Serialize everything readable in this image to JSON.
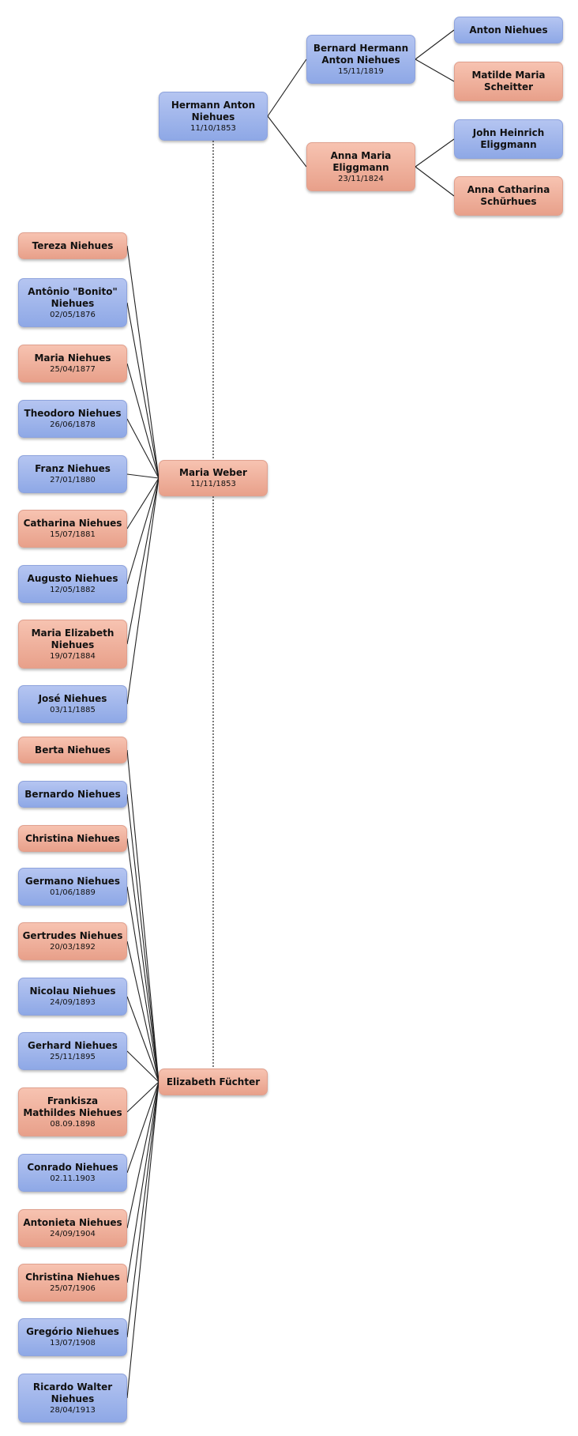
{
  "colors": {
    "male": "#9db3ea",
    "female": "#f0b09c",
    "line": "#222222"
  },
  "people": {
    "hermann": {
      "name": "Hermann Anton Niehues",
      "date": "11/10/1853",
      "sex": "male"
    },
    "bernard": {
      "name": "Bernard Hermann Anton Niehues",
      "date": "15/11/1819",
      "sex": "male"
    },
    "anna_maria": {
      "name": "Anna Maria Eliggmann",
      "date": "23/11/1824",
      "sex": "female"
    },
    "anton": {
      "name": "Anton Niehues",
      "date": "",
      "sex": "male"
    },
    "matilde": {
      "name": "Matilde Maria Scheitter",
      "date": "",
      "sex": "female"
    },
    "john": {
      "name": "John Heinrich Eliggmann",
      "date": "",
      "sex": "male"
    },
    "anna_catharina": {
      "name": "Anna Catharina Schürhues",
      "date": "",
      "sex": "female"
    },
    "maria_weber": {
      "name": "Maria Weber",
      "date": "11/11/1853",
      "sex": "female"
    },
    "elizabeth": {
      "name": "Elizabeth Füchter",
      "date": "",
      "sex": "female"
    }
  },
  "children_weber": [
    {
      "name": "Tereza Niehues",
      "date": "",
      "sex": "female"
    },
    {
      "name": "Antônio \"Bonito\" Niehues",
      "date": "02/05/1876",
      "sex": "male"
    },
    {
      "name": "Maria Niehues",
      "date": "25/04/1877",
      "sex": "female"
    },
    {
      "name": "Theodoro Niehues",
      "date": "26/06/1878",
      "sex": "male"
    },
    {
      "name": "Franz Niehues",
      "date": "27/01/1880",
      "sex": "male"
    },
    {
      "name": "Catharina Niehues",
      "date": "15/07/1881",
      "sex": "female"
    },
    {
      "name": "Augusto Niehues",
      "date": "12/05/1882",
      "sex": "male"
    },
    {
      "name": "Maria Elizabeth Niehues",
      "date": "19/07/1884",
      "sex": "female"
    },
    {
      "name": "José Niehues",
      "date": "03/11/1885",
      "sex": "male"
    }
  ],
  "children_fuchter": [
    {
      "name": "Berta Niehues",
      "date": "",
      "sex": "female"
    },
    {
      "name": "Bernardo Niehues",
      "date": "",
      "sex": "male"
    },
    {
      "name": "Christina Niehues",
      "date": "",
      "sex": "female"
    },
    {
      "name": "Germano Niehues",
      "date": "01/06/1889",
      "sex": "male"
    },
    {
      "name": "Gertrudes Niehues",
      "date": "20/03/1892",
      "sex": "female"
    },
    {
      "name": "Nicolau Niehues",
      "date": "24/09/1893",
      "sex": "male"
    },
    {
      "name": "Gerhard Niehues",
      "date": "25/11/1895",
      "sex": "male"
    },
    {
      "name": "Frankisza Mathildes Niehues",
      "date": "08.09.1898",
      "sex": "female"
    },
    {
      "name": "Conrado Niehues",
      "date": "02.11.1903",
      "sex": "male"
    },
    {
      "name": "Antonieta Niehues",
      "date": "24/09/1904",
      "sex": "female"
    },
    {
      "name": "Christina Niehues",
      "date": "25/07/1906",
      "sex": "female"
    },
    {
      "name": "Gregório Niehues",
      "date": "13/07/1908",
      "sex": "male"
    },
    {
      "name": "Ricardo Walter Niehues",
      "date": "28/04/1913",
      "sex": "male"
    }
  ]
}
